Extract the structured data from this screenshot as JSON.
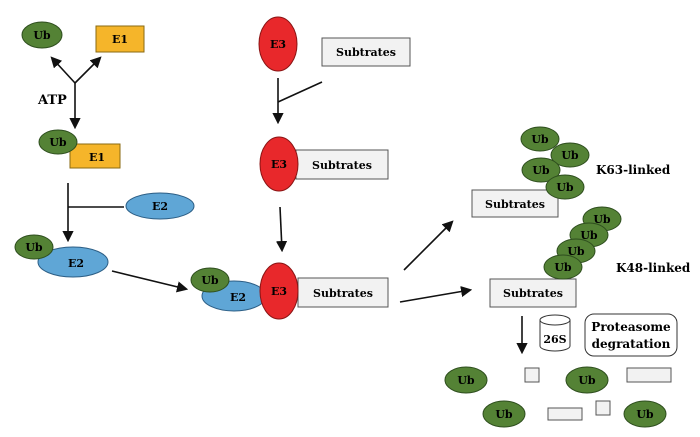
{
  "colors": {
    "ub_fill": "#548235",
    "ub_stroke": "#2e4e1e",
    "e1_fill": "#f5b52a",
    "e1_stroke": "#8a6a12",
    "e2_fill": "#5fa6d6",
    "e2_stroke": "#2c5e85",
    "e3_fill": "#e8282b",
    "e3_stroke": "#8a1414",
    "box_fill": "#f2f2f2",
    "box_stroke": "#555555",
    "arrow": "#111111"
  },
  "labels": {
    "ub": "Ub",
    "e1": "E1",
    "e2": "E2",
    "e3": "E3",
    "atp": "ATP",
    "subtrates": "Subtrates",
    "k63": "K63-linked",
    "k48": "K48-linked",
    "s26": "26S",
    "proteasome_line1": "Proteasome",
    "proteasome_line2": "degratation"
  }
}
